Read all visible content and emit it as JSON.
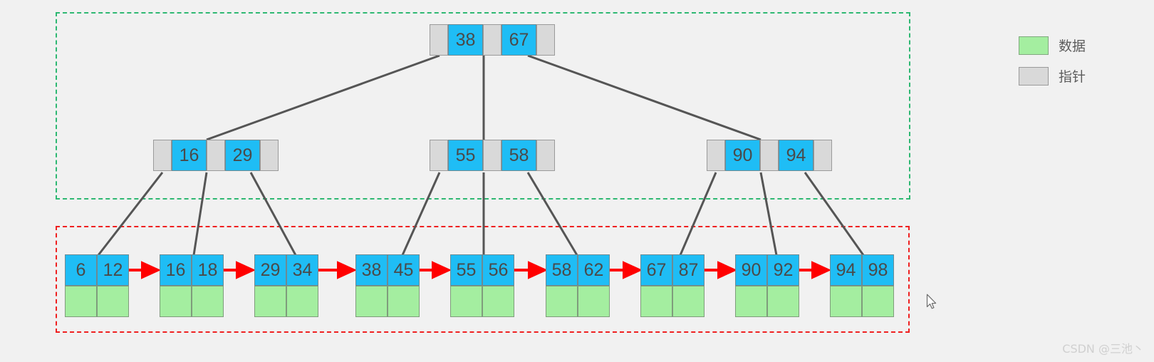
{
  "diagram": {
    "title": "B+ tree structure diagram",
    "colors": {
      "background": "#f1f1f1",
      "key_cell": "#1fbdf5",
      "pointer_cell": "#d9d9d9",
      "data_cell": "#a4eea0",
      "index_region_border": "#2eb872",
      "data_region_border": "#ef2020",
      "link_line": "#555555",
      "leaf_chain_arrow": "#ff0000"
    },
    "regions": [
      {
        "name": "index-region",
        "style": "green-dashed"
      },
      {
        "name": "data-region",
        "style": "red-dashed"
      }
    ],
    "root": {
      "keys": [
        "38",
        "67"
      ],
      "pointers": [
        "",
        "",
        ""
      ]
    },
    "internal_nodes": [
      {
        "keys": [
          "16",
          "29"
        ],
        "pointers": [
          "",
          "",
          ""
        ]
      },
      {
        "keys": [
          "55",
          "58"
        ],
        "pointers": [
          "",
          "",
          ""
        ]
      },
      {
        "keys": [
          "90",
          "94"
        ],
        "pointers": [
          "",
          "",
          ""
        ]
      }
    ],
    "leaf_nodes": [
      {
        "keys": [
          "6",
          "12"
        ],
        "values": [
          "",
          ""
        ]
      },
      {
        "keys": [
          "16",
          "18"
        ],
        "values": [
          "",
          ""
        ]
      },
      {
        "keys": [
          "29",
          "34"
        ],
        "values": [
          "",
          ""
        ]
      },
      {
        "keys": [
          "38",
          "45"
        ],
        "values": [
          "",
          ""
        ]
      },
      {
        "keys": [
          "55",
          "56"
        ],
        "values": [
          "",
          ""
        ]
      },
      {
        "keys": [
          "58",
          "62"
        ],
        "values": [
          "",
          ""
        ]
      },
      {
        "keys": [
          "67",
          "87"
        ],
        "values": [
          "",
          ""
        ]
      },
      {
        "keys": [
          "90",
          "92"
        ],
        "values": [
          "",
          ""
        ]
      },
      {
        "keys": [
          "94",
          "98"
        ],
        "values": [
          "",
          ""
        ]
      }
    ]
  },
  "legend": {
    "items": [
      {
        "swatch": "data-swatch",
        "label": "数据"
      },
      {
        "swatch": "pointer-swatch",
        "label": "指针"
      }
    ]
  },
  "watermark": {
    "text": "CSDN @三池丶"
  }
}
